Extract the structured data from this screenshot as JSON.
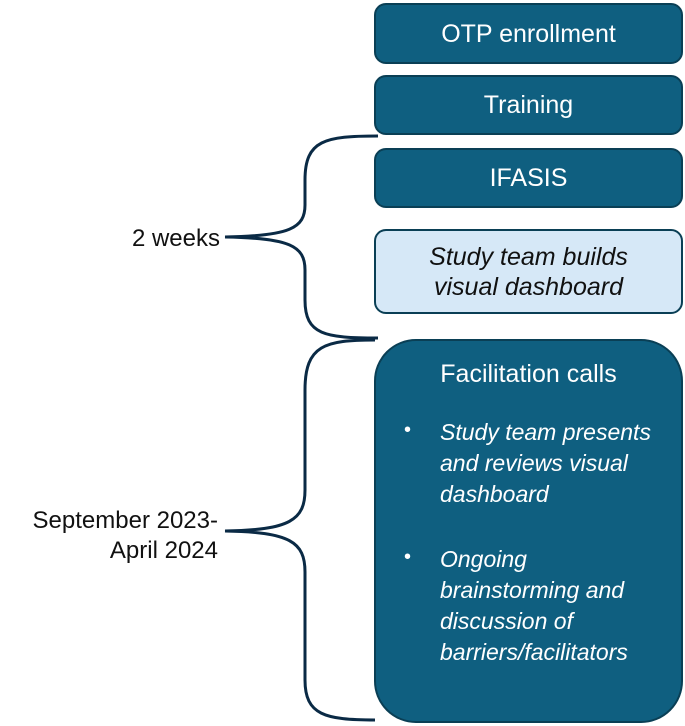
{
  "boxes": {
    "otp_enrollment": "OTP enrollment",
    "training": "Training",
    "ifasis": "IFASIS",
    "dashboard_line1": "Study team builds",
    "dashboard_line2": "visual dashboard",
    "facilitation_title": "Facilitation calls",
    "facilitation_bullets": [
      "Study team presents and reviews visual dashboard",
      "Ongoing brainstorming and discussion of barriers/facilitators"
    ]
  },
  "timeframes": {
    "first": "2 weeks",
    "second_line1": "September 2023-",
    "second_line2": "April 2024"
  },
  "colors": {
    "box_dark": "#0f5f80",
    "box_border": "#0a3f55",
    "box_light": "#d6e8f7",
    "brace": "#0a2a45"
  }
}
